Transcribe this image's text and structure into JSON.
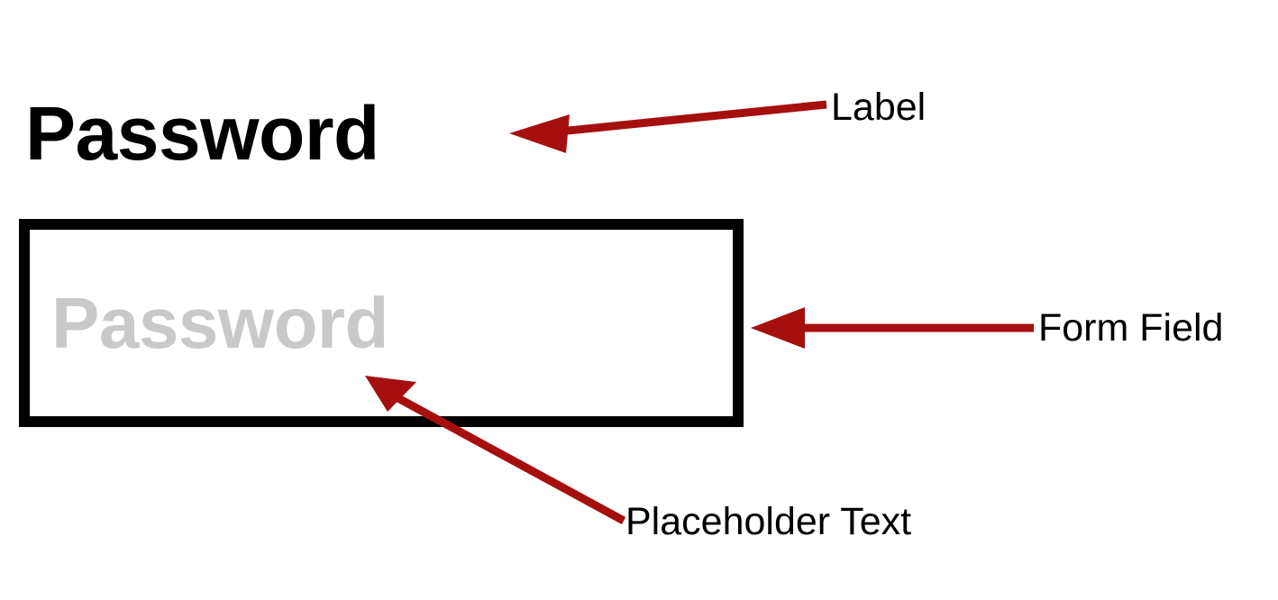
{
  "form": {
    "label": "Password",
    "placeholder": "Password",
    "input_value": ""
  },
  "annotations": [
    {
      "id": "label",
      "text": "Label",
      "target": "field-label"
    },
    {
      "id": "form-field",
      "text": "Form Field",
      "target": "password-input"
    },
    {
      "id": "placeholder",
      "text": "Placeholder Text",
      "target": "placeholder-text"
    }
  ],
  "colors": {
    "annotation_arrow": "#a50f0f",
    "annotation_text": "#000000",
    "label_text": "#000000",
    "placeholder_text": "#c9c9c9",
    "input_border": "#000000",
    "input_background": "#ffffff",
    "page_background": "#ffffff"
  }
}
